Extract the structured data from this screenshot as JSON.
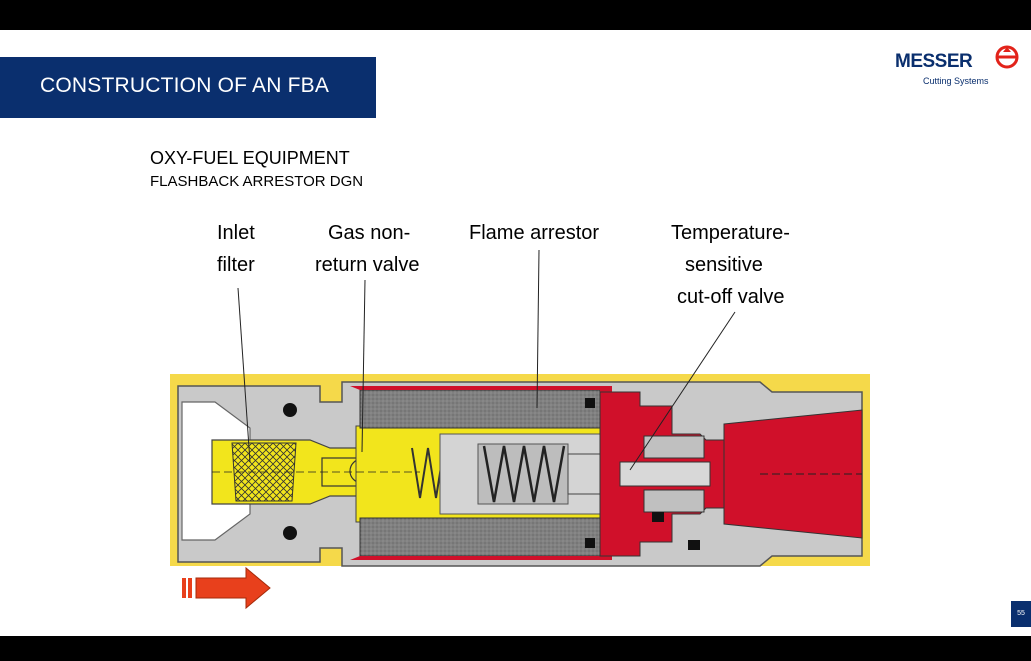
{
  "slide": {
    "title": "CONSTRUCTION OF AN FBA",
    "subtitle_line1": "OXY-FUEL EQUIPMENT",
    "subtitle_line2": "FLASHBACK ARRESTOR DGN",
    "page_number": "55"
  },
  "logo": {
    "name": "MESSER",
    "tagline": "Cutting Systems",
    "icon": "messer-logo-icon",
    "brand_color": "#0a2f6e",
    "accent_color": "#e2231a"
  },
  "labels": {
    "inlet_filter": [
      "Inlet",
      "filter"
    ],
    "non_return_valve": [
      "Gas non-",
      "return valve"
    ],
    "flame_arrestor": [
      "Flame arrestor"
    ],
    "cutoff_valve": [
      "Temperature-",
      "sensitive",
      "cut-off valve"
    ]
  },
  "colors": {
    "housing_background": "#f5d94a",
    "body_grey": "#c8c8c8",
    "gas_yellow": "#f2e51c",
    "hot_red": "#d0102a",
    "sinter_grey": "#7d7d7d",
    "arrow_red": "#e8401c"
  },
  "flow_arrow_icon": "flow-direction-arrow-icon"
}
